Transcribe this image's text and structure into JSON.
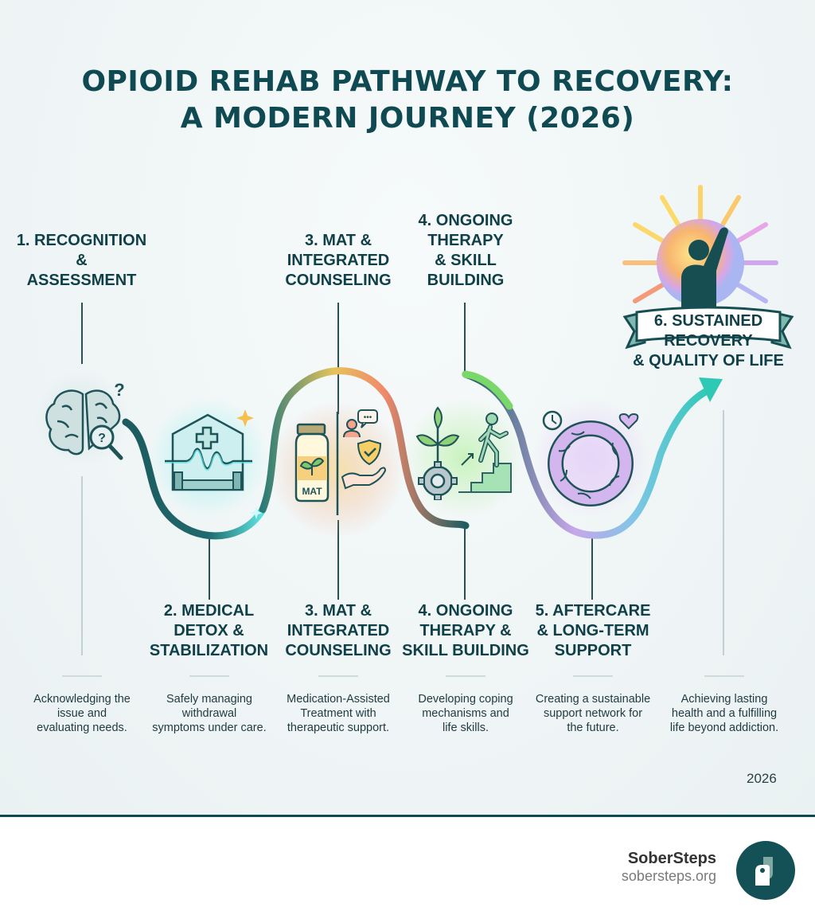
{
  "title": {
    "line1": "OPIOID REHAB PATHWAY TO RECOVERY:",
    "line2": "A MODERN JOURNEY (2026)"
  },
  "top_labels": [
    {
      "lines": [
        "1. RECOGNITION",
        "&",
        "ASSESSMENT"
      ]
    },
    {
      "lines": [
        "3. MAT &",
        "INTEGRATED",
        "COUNSELING"
      ]
    },
    {
      "lines": [
        "4. ONGOING",
        "THERAPY",
        "& SKILL",
        "BUILDING"
      ]
    }
  ],
  "goal_badge": {
    "lines": [
      "6. SUSTAINED",
      "RECOVERY",
      "& QUALITY OF LIFE"
    ],
    "icon": "person-raising-hand-sun-icon"
  },
  "bottom_labels": [
    {
      "lines": [
        "2. MEDICAL",
        "DETOX &",
        "STABILIZATION"
      ]
    },
    {
      "lines": [
        "3. MAT &",
        "INTEGRATED",
        "COUNSELING"
      ]
    },
    {
      "lines": [
        "4. ONGOING",
        "THERAPY &",
        "SKILL BUILDING"
      ]
    },
    {
      "lines": [
        "5. AFTERCARE",
        "& LONG-TERM",
        "SUPPORT"
      ]
    }
  ],
  "stages": [
    {
      "step": 1,
      "icon": "brain-question-magnifier-icon",
      "desc": [
        "Acknowledging the",
        "issue and",
        "evaluating needs."
      ]
    },
    {
      "step": 2,
      "icon": "hospital-heartbeat-icon",
      "desc": [
        "Safely managing",
        "withdrawal",
        "symptoms under care."
      ]
    },
    {
      "step": 3,
      "icon": "mat-bottle-counseling-icon",
      "desc": [
        "Medication-Assisted",
        "Treatment with",
        "therapeutic support."
      ]
    },
    {
      "step": 4,
      "icon": "plant-gear-stairs-icon",
      "desc": [
        "Developing coping",
        "mechanisms and",
        "life skills."
      ]
    },
    {
      "step": 5,
      "icon": "circle-of-hands-icon",
      "desc": [
        "Creating a sustainable",
        "support network for",
        "the future."
      ]
    },
    {
      "step": 6,
      "icon": "upward-arrow-icon",
      "desc": [
        "Achieving lasting",
        "health and a fulfilling",
        "life beyond addiction."
      ]
    }
  ],
  "icon_labels": {
    "mat_bottle_text": "MAT"
  },
  "year": "2026",
  "footer": {
    "brand_name": "SoberSteps",
    "brand_url": "sobersteps.org"
  },
  "colors": {
    "primary": "#0f4a52",
    "path_teal": "#1f6a6e",
    "arrow_teal": "#2ec9b5",
    "lavender": "#c7a7ea",
    "warm_orange": "#f08a5d",
    "green": "#7ad86a"
  }
}
